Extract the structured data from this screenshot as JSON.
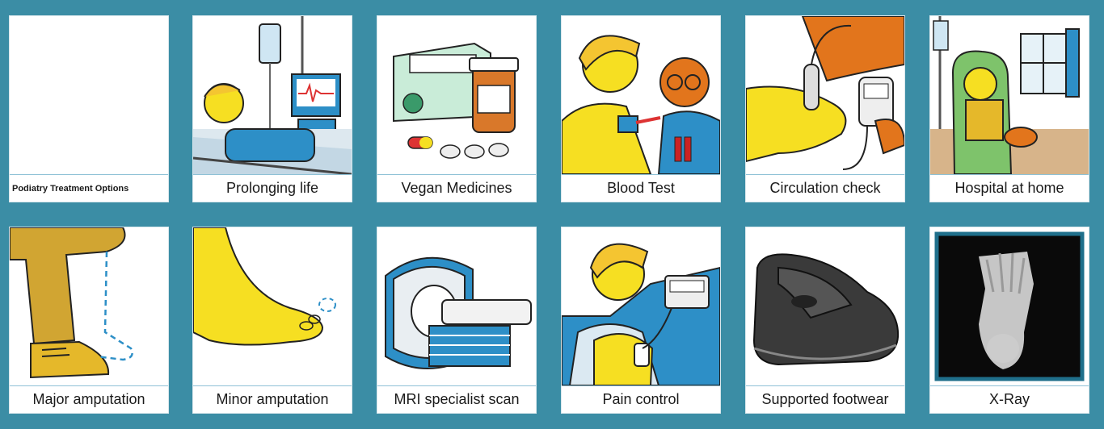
{
  "colors": {
    "background": "#3b8da5",
    "card": "#ffffff",
    "skin": "#f6df22",
    "hair": "#f4c531",
    "outline": "#1b1b1b",
    "accent_blue": "#2d8fc7",
    "caption_rule": "#8ec1d6"
  },
  "cards": [
    {
      "label": "Podiatry Treatment Options",
      "icon": "blank-title-card"
    },
    {
      "label": "Prolonging life",
      "icon": "hospital-bed-drip-icon"
    },
    {
      "label": "Vegan Medicines",
      "icon": "medicine-box-icon"
    },
    {
      "label": "Blood Test",
      "icon": "blood-test-icon"
    },
    {
      "label": "Circulation check",
      "icon": "doppler-foot-icon"
    },
    {
      "label": "Hospital at home",
      "icon": "armchair-drip-icon"
    },
    {
      "label": "Major amputation",
      "icon": "leg-amputation-icon"
    },
    {
      "label": "Minor amputation",
      "icon": "toe-amputation-icon"
    },
    {
      "label": "MRI specialist scan",
      "icon": "mri-scanner-icon"
    },
    {
      "label": "Pain control",
      "icon": "pain-pump-icon"
    },
    {
      "label": "Supported footwear",
      "icon": "shoe-icon"
    },
    {
      "label": "X-Ray",
      "icon": "foot-xray-icon"
    }
  ]
}
